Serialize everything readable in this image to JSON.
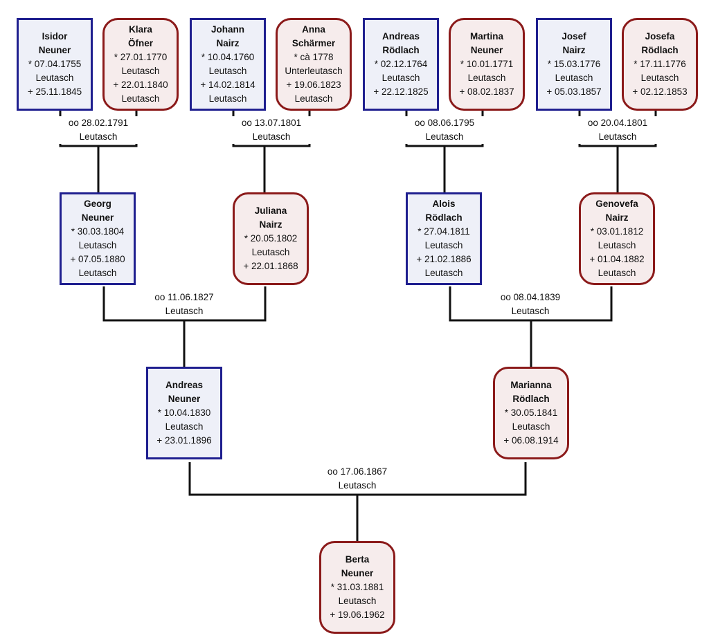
{
  "people": {
    "isidor": {
      "first": "Isidor",
      "last": "Neuner",
      "born": "* 07.04.1755",
      "born_place": "Leutasch",
      "died": "+ 25.11.1845",
      "died_place": ""
    },
    "klara": {
      "first": "Klara",
      "last": "Öfner",
      "born": "* 27.01.1770",
      "born_place": "Leutasch",
      "died": "+ 22.01.1840",
      "died_place": "Leutasch"
    },
    "johann": {
      "first": "Johann",
      "last": "Nairz",
      "born": "* 10.04.1760",
      "born_place": "Leutasch",
      "died": "+ 14.02.1814",
      "died_place": "Leutasch"
    },
    "anna": {
      "first": "Anna",
      "last": "Schärmer",
      "born": "* cà 1778",
      "born_place": "Unterleutasch",
      "died": "+ 19.06.1823",
      "died_place": "Leutasch"
    },
    "andreasr": {
      "first": "Andreas",
      "last": "Rödlach",
      "born": "* 02.12.1764",
      "born_place": "Leutasch",
      "died": "+ 22.12.1825",
      "died_place": ""
    },
    "martina": {
      "first": "Martina",
      "last": "Neuner",
      "born": "* 10.01.1771",
      "born_place": "Leutasch",
      "died": "+ 08.02.1837",
      "died_place": ""
    },
    "josef": {
      "first": "Josef",
      "last": "Nairz",
      "born": "* 15.03.1776",
      "born_place": "Leutasch",
      "died": "+ 05.03.1857",
      "died_place": ""
    },
    "josefa": {
      "first": "Josefa",
      "last": "Rödlach",
      "born": "* 17.11.1776",
      "born_place": "Leutasch",
      "died": "+ 02.12.1853",
      "died_place": ""
    },
    "georg": {
      "first": "Georg",
      "last": "Neuner",
      "born": "* 30.03.1804",
      "born_place": "Leutasch",
      "died": "+ 07.05.1880",
      "died_place": "Leutasch"
    },
    "juliana": {
      "first": "Juliana",
      "last": "Nairz",
      "born": "* 20.05.1802",
      "born_place": "Leutasch",
      "died": "+ 22.01.1868",
      "died_place": ""
    },
    "alois": {
      "first": "Alois",
      "last": "Rödlach",
      "born": "* 27.04.1811",
      "born_place": "Leutasch",
      "died": "+ 21.02.1886",
      "died_place": "Leutasch"
    },
    "genovefa": {
      "first": "Genovefa",
      "last": "Nairz",
      "born": "* 03.01.1812",
      "born_place": "Leutasch",
      "died": "+ 01.04.1882",
      "died_place": "Leutasch"
    },
    "andreasn": {
      "first": "Andreas",
      "last": "Neuner",
      "born": "* 10.04.1830",
      "born_place": "Leutasch",
      "died": "+ 23.01.1896",
      "died_place": ""
    },
    "marianna": {
      "first": "Marianna",
      "last": "Rödlach",
      "born": "* 30.05.1841",
      "born_place": "Leutasch",
      "died": "+ 06.08.1914",
      "died_place": ""
    },
    "berta": {
      "first": "Berta",
      "last": "Neuner",
      "born": "* 31.03.1881",
      "born_place": "Leutasch",
      "died": "+ 19.06.1962",
      "died_place": ""
    }
  },
  "marriages": {
    "m1": {
      "date": "oo 28.02.1791",
      "place": "Leutasch"
    },
    "m2": {
      "date": "oo 13.07.1801",
      "place": "Leutasch"
    },
    "m3": {
      "date": "oo 08.06.1795",
      "place": "Leutasch"
    },
    "m4": {
      "date": "oo 20.04.1801",
      "place": "Leutasch"
    },
    "m5": {
      "date": "oo 11.06.1827",
      "place": "Leutasch"
    },
    "m6": {
      "date": "oo 08.04.1839",
      "place": "Leutasch"
    },
    "m7": {
      "date": "oo 17.06.1867",
      "place": "Leutasch"
    }
  },
  "colors": {
    "male_border": "#1f1f8f",
    "male_fill": "#eef0f8",
    "female_border": "#8b1a1a",
    "female_fill": "#f6ecec",
    "line": "#111111"
  }
}
